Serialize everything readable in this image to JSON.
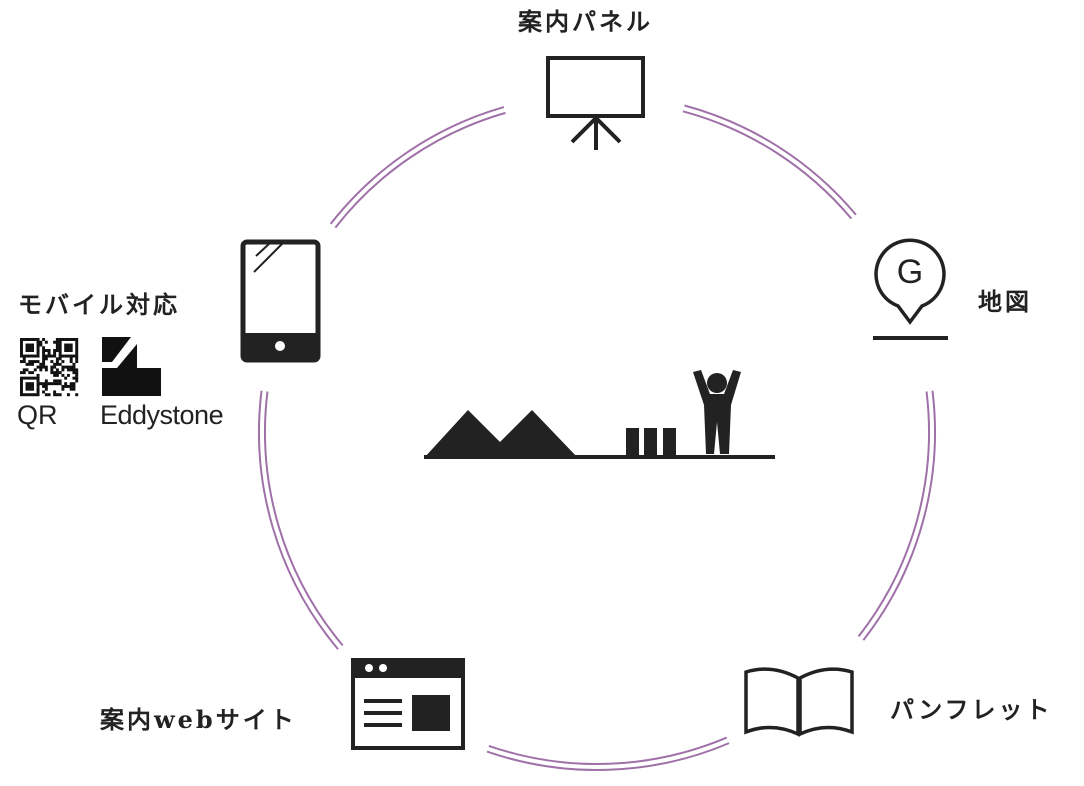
{
  "nodes": {
    "panel": "案内パネル",
    "map": "地図",
    "pamphlet": "パンフレット",
    "web": "案内webサイト",
    "mobile": "モバイル対応"
  },
  "mobile_options": {
    "qr": "QR",
    "eddystone": "Eddystone"
  },
  "map_pin_letter": "G",
  "colors": {
    "ring": "#a070a8",
    "icon": "#222222"
  }
}
